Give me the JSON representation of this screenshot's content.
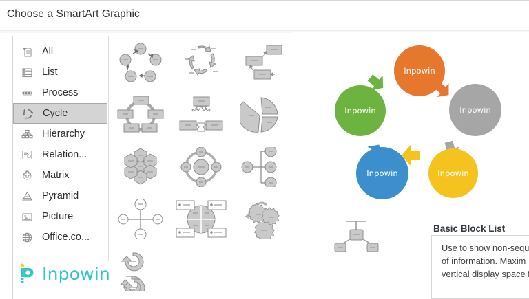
{
  "dialog": {
    "title": "Choose a SmartArt Graphic"
  },
  "categories": {
    "items": [
      {
        "label": "All",
        "icon": "all-icon",
        "selected": false
      },
      {
        "label": "List",
        "icon": "list-icon",
        "selected": false
      },
      {
        "label": "Process",
        "icon": "process-icon",
        "selected": false
      },
      {
        "label": "Cycle",
        "icon": "cycle-icon",
        "selected": true
      },
      {
        "label": "Hierarchy",
        "icon": "hierarchy-icon",
        "selected": false
      },
      {
        "label": "Relation...",
        "icon": "relationship-icon",
        "selected": false
      },
      {
        "label": "Matrix",
        "icon": "matrix-icon",
        "selected": false
      },
      {
        "label": "Pyramid",
        "icon": "pyramid-icon",
        "selected": false
      },
      {
        "label": "Picture",
        "icon": "picture-icon",
        "selected": false
      },
      {
        "label": "Office.co...",
        "icon": "globe-icon",
        "selected": false
      }
    ]
  },
  "brand": {
    "name": "Inpowin",
    "mark_icon": "inpowin-p-mark",
    "color": "#34c6c6",
    "accent": "#f5d020"
  },
  "gallery": {
    "thumbnails": [
      {
        "name": "basic-cycle",
        "glyph": "cycle-5-circles"
      },
      {
        "name": "text-cycle",
        "glyph": "cycle-arrows-ring"
      },
      {
        "name": "block-cycle",
        "glyph": "boxes-diagonal"
      },
      {
        "name": "non-directional-cycle",
        "glyph": "cycle-5-boxes"
      },
      {
        "name": "continuous-cycle",
        "glyph": "tri-boxes-arrows"
      },
      {
        "name": "segmented-cycle",
        "glyph": "segment-wedges"
      },
      {
        "name": "multidirectional-cycle",
        "glyph": "hex-cluster"
      },
      {
        "name": "basic-pie",
        "glyph": "ring-4-nodes"
      },
      {
        "name": "block-cycle-matrix",
        "glyph": "node-branch"
      },
      {
        "name": "basic-radial",
        "glyph": "radial-4-circles"
      },
      {
        "name": "radial-venn",
        "glyph": "quad-pie-boxes"
      },
      {
        "name": "gear",
        "glyph": "gears"
      },
      {
        "name": "radial-cluster",
        "glyph": "spiral-arrows"
      },
      {
        "name": "hierarchy-thumb",
        "glyph": "org-tree"
      }
    ]
  },
  "preview": {
    "diagram_type": "cycle",
    "node_label": "Inpowin",
    "nodes": [
      {
        "position": "top",
        "label": "Inpowin",
        "color": "#e8772e"
      },
      {
        "position": "right",
        "label": "Inpowin",
        "color": "#a6a6a6"
      },
      {
        "position": "bottom-right",
        "label": "Inpowin",
        "color": "#f5c31e"
      },
      {
        "position": "bottom-left",
        "label": "Inpowin",
        "color": "#3b8fcc"
      },
      {
        "position": "left",
        "label": "Inpowin",
        "color": "#6cb33f"
      }
    ],
    "arrows": [
      {
        "from": "left",
        "to": "top",
        "color": "#6cb33f"
      },
      {
        "from": "top",
        "to": "right",
        "color": "#e8772e"
      },
      {
        "from": "right",
        "to": "bottom-right",
        "color": "#a6a6a6"
      },
      {
        "from": "bottom-right",
        "to": "bottom-left",
        "color": "#f5c31e"
      },
      {
        "from": "bottom-left",
        "to": "left",
        "color": "#3b8fcc"
      }
    ]
  },
  "description": {
    "title": "Basic Block List",
    "line1": "Use to show non-sequ",
    "line2": "of information. Maxim",
    "line3": "vertical display space f"
  }
}
